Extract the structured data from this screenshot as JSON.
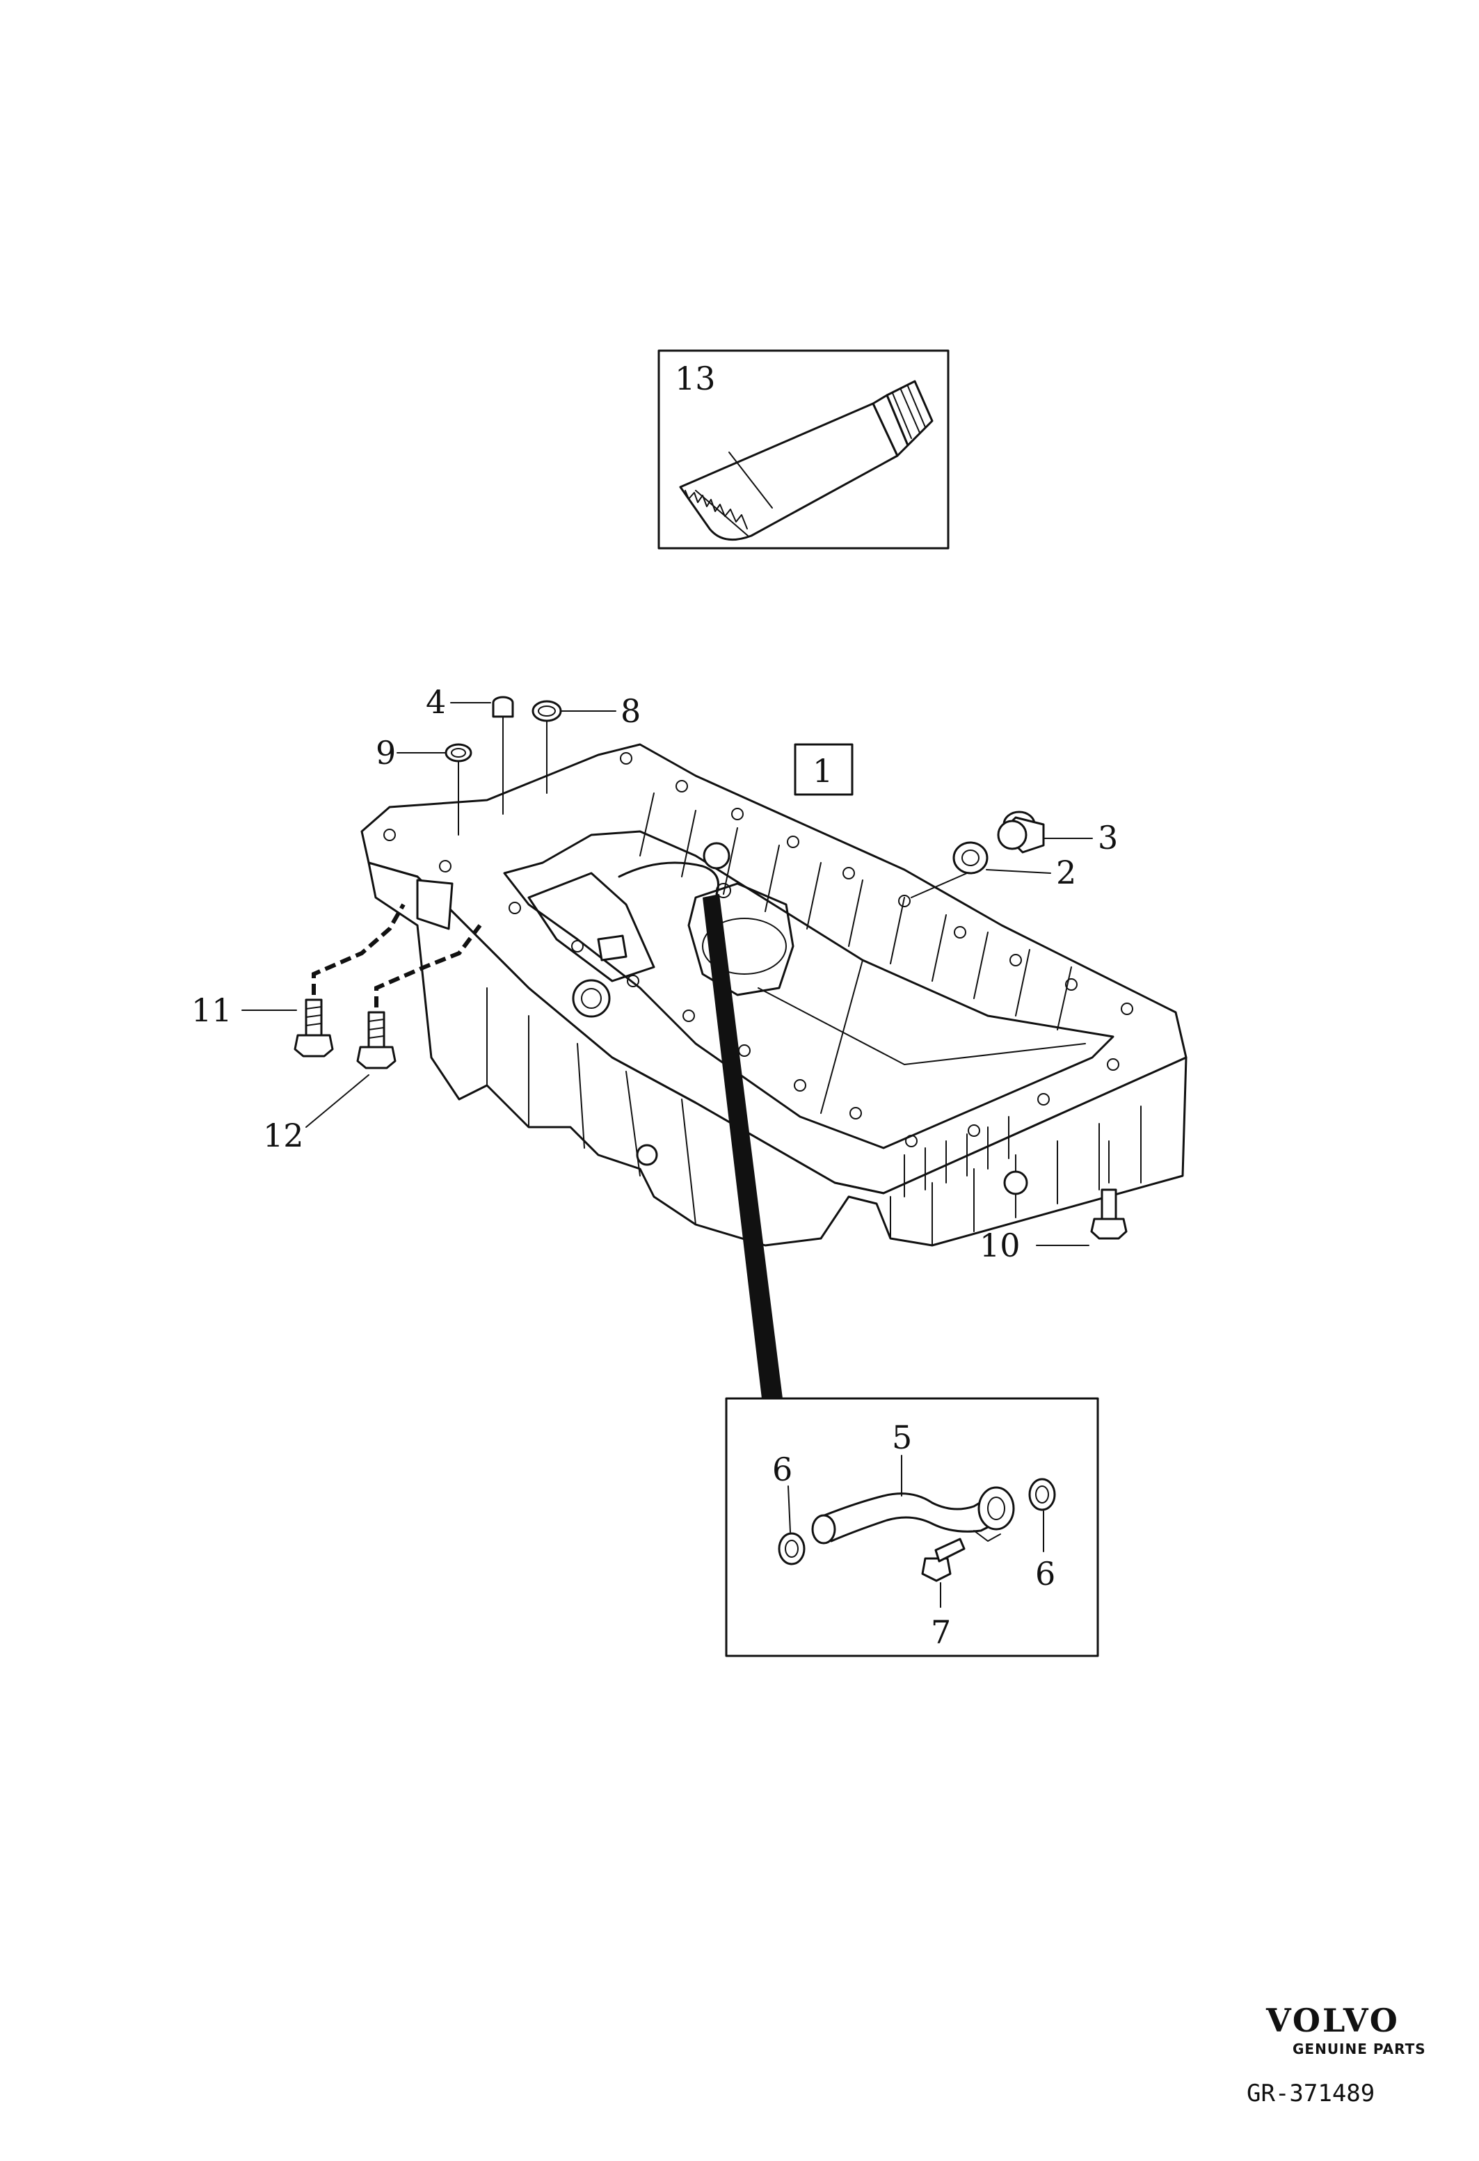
{
  "diagram": {
    "callouts": {
      "c1": "1",
      "c2": "2",
      "c3": "3",
      "c4": "4",
      "c5": "5",
      "c6a": "6",
      "c6b": "6",
      "c7": "7",
      "c8": "8",
      "c9": "9",
      "c10": "10",
      "c11": "11",
      "c12": "12",
      "c13": "13"
    },
    "parts": {
      "oil_pan": "oil-pan-icon",
      "sealant_tube": "sealant-tube-icon",
      "oil_pipe": "oil-pipe-icon",
      "drain_plug": "drain-plug-icon",
      "bolt": "bolt-icon",
      "washer": "washer-icon",
      "o_ring": "o-ring-icon"
    }
  },
  "branding": {
    "logo_text": "VOLVO",
    "tagline": "GENUINE PARTS",
    "reference": "GR-371489"
  },
  "colors": {
    "ink": "#111111",
    "paper": "#ffffff"
  }
}
